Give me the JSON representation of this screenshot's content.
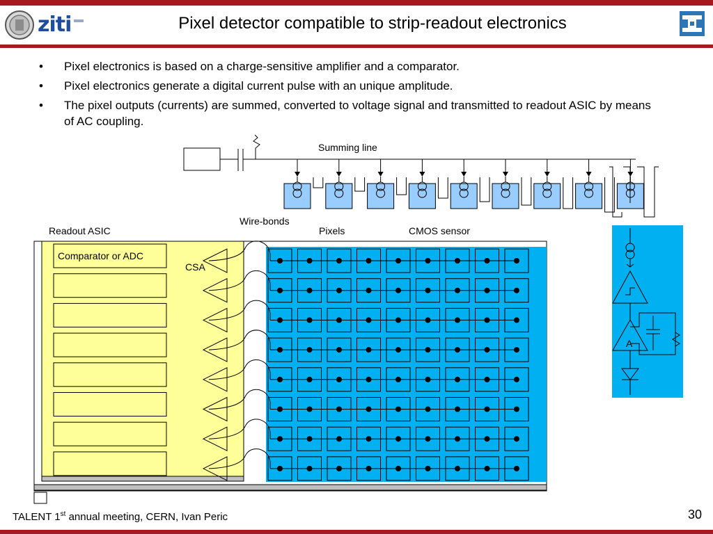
{
  "slide": {
    "title": "Pixel detector compatible to strip-readout electronics",
    "logo_text": "ziti",
    "page_number": "30",
    "footer": {
      "prefix": "TALENT 1",
      "sup": "st",
      "suffix": " annual meeting, CERN, Ivan Peric"
    }
  },
  "bullets": [
    {
      "marker": "•",
      "text": "Pixel electronics is based on a charge-sensitive amplifier and a comparator."
    },
    {
      "marker": "•",
      "text": "Pixel electronics generate a digital current pulse with an unique amplitude."
    },
    {
      "marker": "•",
      "text": "The pixel outputs (currents) are summed, converted to voltage signal and transmitted to readout ASIC by means of AC coupling."
    }
  ],
  "diagram": {
    "labels": {
      "summing_line": "Summing line",
      "wire_bonds": "Wire-bonds",
      "readout_asic": "Readout ASIC",
      "pixels": "Pixels",
      "cmos_sensor": "CMOS sensor",
      "comparator": "Comparator or ADC",
      "csa": "CSA",
      "amplifier": "A"
    },
    "colors": {
      "asic": "#ffff99",
      "pixel": "#00b0f0",
      "pixel_cell": "#99ccff",
      "schematic_bg": "#00b0f0",
      "brand": "#a6191e"
    },
    "pixel_grid": {
      "rows": 8,
      "cols": 9
    },
    "summing_cells": 9,
    "asic_channels": 8
  }
}
